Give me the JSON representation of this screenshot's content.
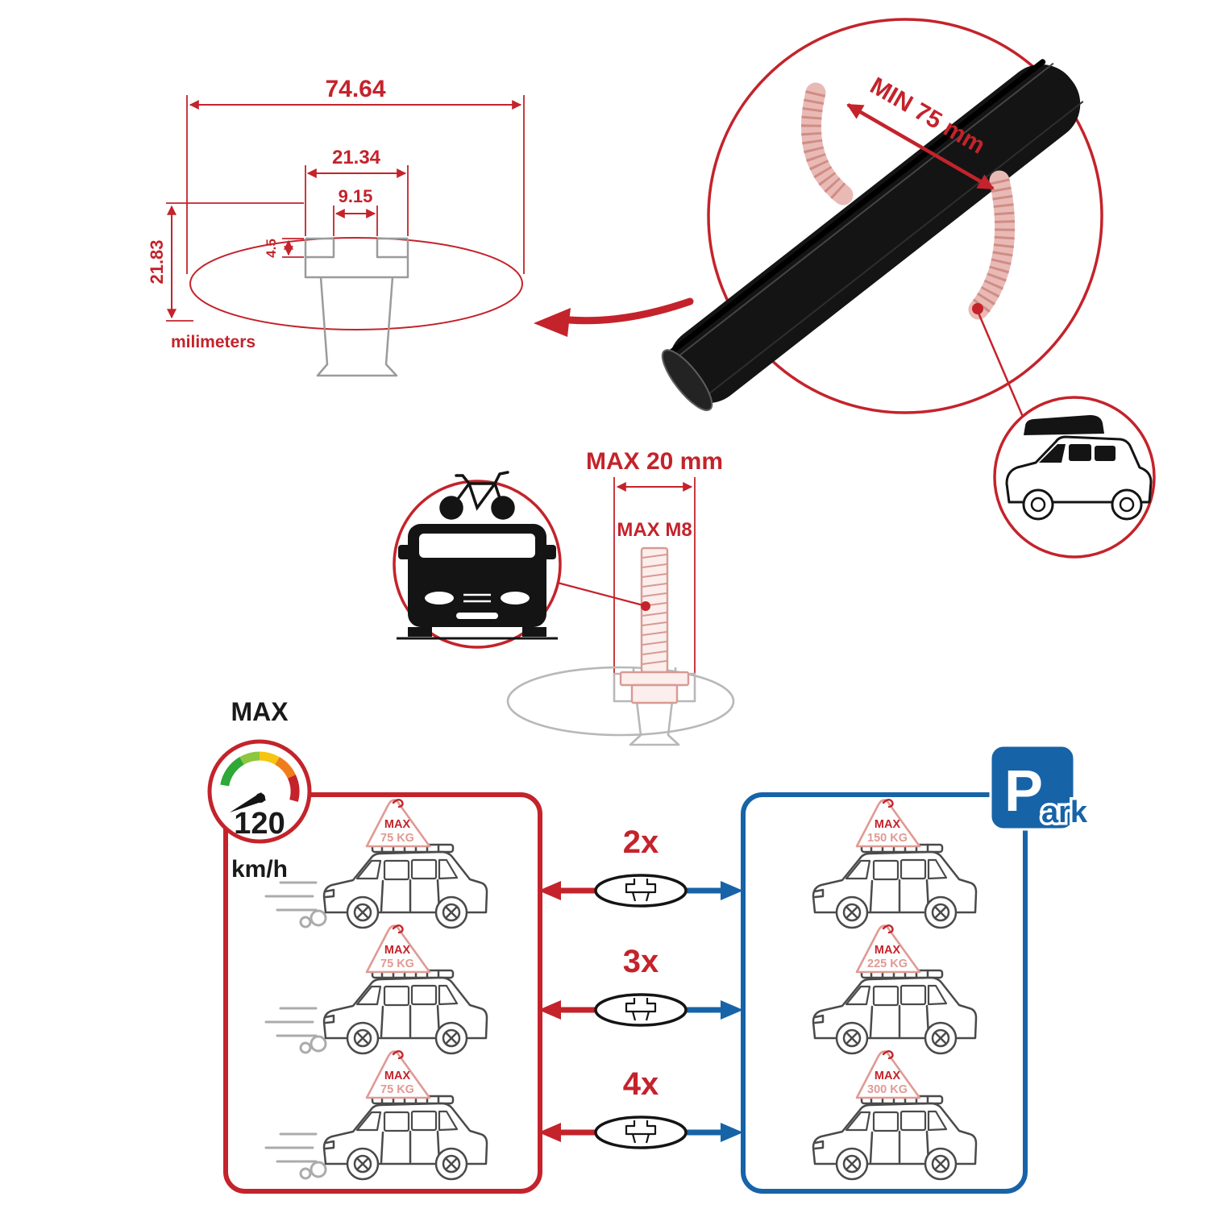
{
  "colors": {
    "accent_red": "#c4232b",
    "accent_blue": "#1763a8",
    "pink": "#e09a94",
    "black": "#1a1a1a",
    "grey": "#b8b8b8"
  },
  "dimension_diagram": {
    "total_width": "74.64",
    "channel_width": "21.34",
    "slot_width": "9.15",
    "lip_depth": "4.5",
    "profile_height": "21.83",
    "units_label": "milimeters"
  },
  "bar_detail": {
    "min_clearance_label": "MIN 75 mm"
  },
  "bolt_detail": {
    "max_width_label": "MAX 20 mm",
    "max_thread_label": "MAX M8"
  },
  "speed_limit": {
    "label": "MAX",
    "value": "120",
    "unit": "km/h"
  },
  "park_sign": {
    "letter": "P",
    "suffix": "ark"
  },
  "capacity_rows": [
    {
      "bar_count": "2x",
      "driving_max_label": "MAX",
      "driving_load": "75 KG",
      "parked_max_label": "MAX",
      "parked_load": "150 KG"
    },
    {
      "bar_count": "3x",
      "driving_max_label": "MAX",
      "driving_load": "75 KG",
      "parked_max_label": "MAX",
      "parked_load": "225 KG"
    },
    {
      "bar_count": "4x",
      "driving_max_label": "MAX",
      "driving_load": "75 KG",
      "parked_max_label": "MAX",
      "parked_load": "300 KG"
    }
  ]
}
